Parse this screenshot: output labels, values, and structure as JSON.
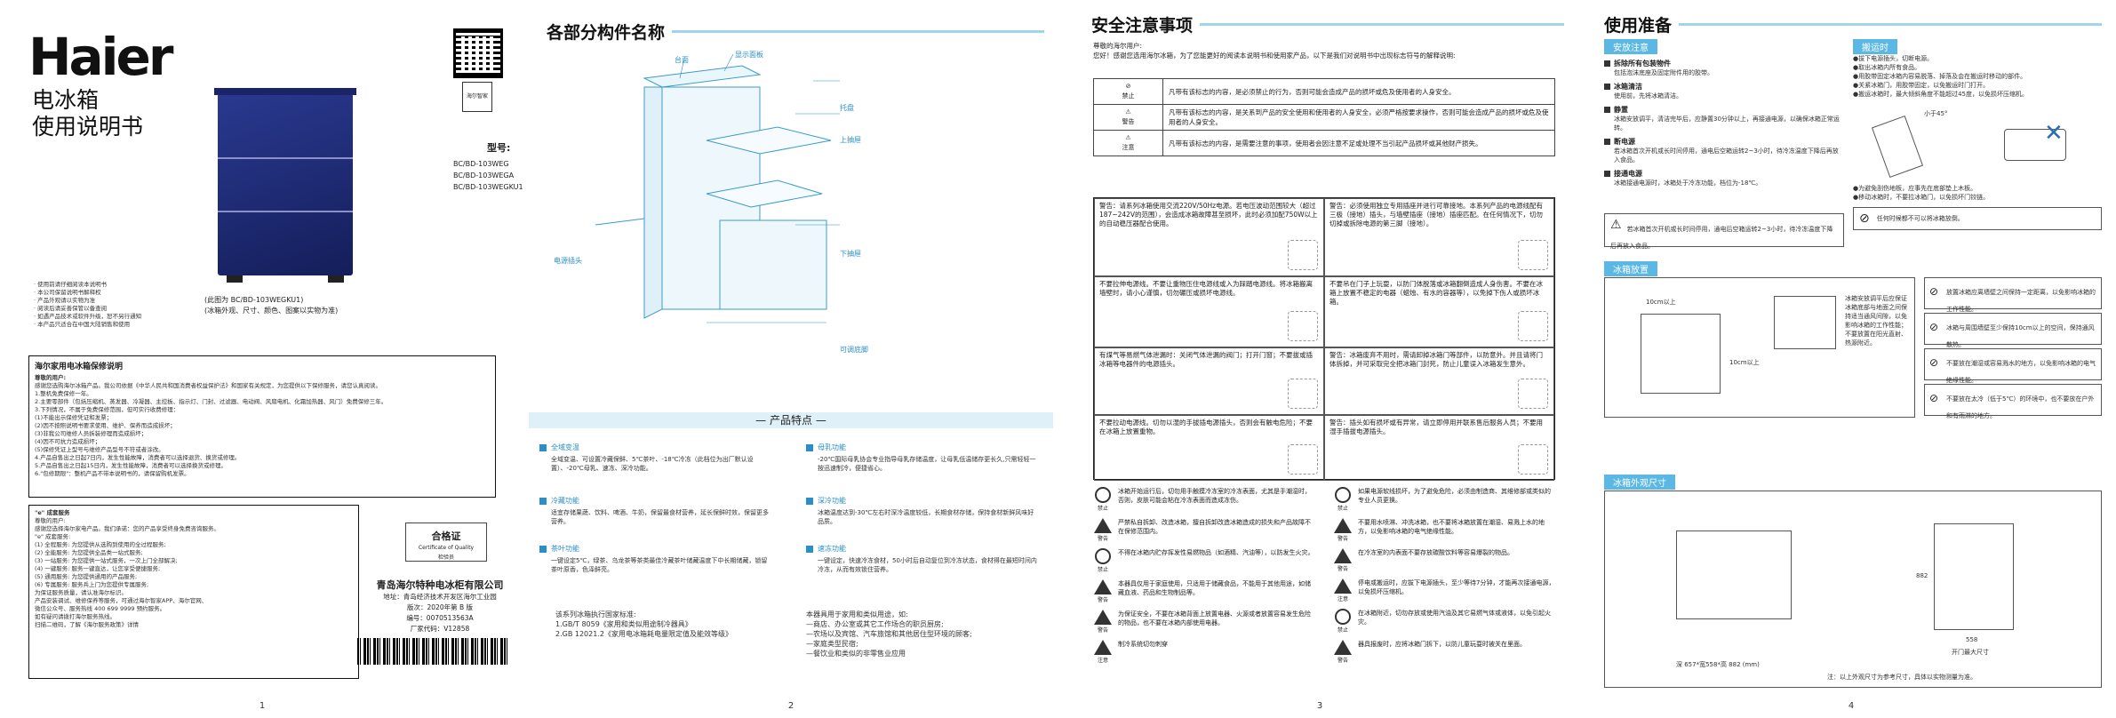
{
  "page1": {
    "brand": "Haier",
    "title_line1": "电冰箱",
    "title_line2": "使用说明书",
    "qr_badge": "海尔智家",
    "model_label": "型号:",
    "models": [
      "BC/BD-103WEG",
      "BC/BD-103WEGA",
      "BC/BD-103WEGKU1"
    ],
    "bullets": [
      "· 使用前请仔细阅读本说明书",
      "· 本公司保留说明书解释权",
      "· 产品外观请以实物为准",
      "· 阅读后请妥善保管以备查阅",
      "· 如遇产品技术或软件升级，恕不另行通知",
      "· 本产品只适合在中国大陆销售和使用"
    ],
    "caption_line1": "(此图为 BC/BD-103WEGKU1)",
    "caption_line2": "(冰箱外观、尺寸、颜色、图案以实物为准)",
    "warranty_title": "海尔家用电冰箱保修说明",
    "warranty_sub": "尊敬的用户:",
    "warranty_lines": [
      "感谢您选购海尔冰箱产品。我公司依据《中华人民共和国消费者权益保护法》和国家有关规定，为您提供以下保修服务，请您认真阅读。",
      "1.整机免费保修一年。",
      "2.主要零部件（包括压缩机、蒸发器、冷凝器、主控板、指示灯、门封、过滤器、电动阀、风扇电机、化霜加热器、风门）免费保修三年。",
      "3.下列情况，不属于免费保修范围，但可实行收费修理：",
      "(1)不能出示保修凭证和发票；",
      "(2)因不按照说明书要求使用、维护、保养而造成损坏；",
      "(3)非我公司维修人员拆装修理而造成损坏；",
      "(4)因不可抗力造成损坏；",
      "(5)保修凭证上型号与维修产品型号不符或者涂改。",
      "4.产品自售出之日起7日内，发生性能故障，消费者可以选择退货、换货或修理。",
      "5.产品自售出之日起15日内，发生性能故障，消费者可以选择换货或修理。",
      "6.\"包修期限\"：整机产品不带本说明书的，请保留购机发票。"
    ],
    "service_title": "\"e\" 成套服务",
    "service_lines": [
      "尊敬的用户:",
      "感谢您选择海尔家电产品。我们承诺：您的产品享受终身免费咨询服务。",
      "\"e\" 成套服务:",
      "(1) 全程服务: 为您提供从选购到使用的全过程服务;",
      "(2) 全能服务: 为您提供全品类一站式服务;",
      "(3) 一站服务: 为您提供一站式服务，一次上门全部解决;",
      "(4) 一键服务: 服务一键直达，让您享受便捷服务;",
      "(5) 通用服务: 为您提供通用的产品服务;",
      "(6) 专属服务: 服务兵上门为您提供专属服务;",
      "为保证服务质量，请认准海尔标识。",
      "产品安装调试、维修保养等服务，可通过海尔智家APP、海尔官网、",
      "微信公众号、服务热线 400 699 9999 预约服务。",
      "如有疑问请拨打海尔服务热线。",
      "扫描二维码，了解《海尔服务政策》详情"
    ],
    "cert_title": "合格证",
    "cert_sub": "Certificate of Quality",
    "cert_inspector": "检验员",
    "company_name": "青岛海尔特种电冰柜有限公司",
    "address": "地址：青岛经济技术开发区海尔工业园",
    "version": "版次：2020年第 B 版",
    "doc_no": "编号：0070513563A",
    "code": "厂家代码：V12858",
    "page_no": "1"
  },
  "page2": {
    "section_title": "各部分构件名称",
    "labels": {
      "top_cover": "台面",
      "display": "显示面板",
      "tray": "托盘",
      "upper_drawer": "上抽屉",
      "power_plug": "电源插头",
      "lower_drawer": "下抽屉",
      "adjustable_feet": "可调底脚"
    },
    "features_title": "产品特点",
    "features": [
      {
        "title": "全域变温",
        "desc": "全域变温、可设置冷藏保鲜、5℃茶叶、-18℃冷冻（此档位为出厂默认设置）、-20℃母乳、速冻、深冷功能。"
      },
      {
        "title": "母乳功能",
        "desc": "-20℃国际母乳协会专业指导母乳存储温度，让母乳低温储存更长久,只需轻轻一按迅速制冷，便捷省心。"
      },
      {
        "title": "冷藏功能",
        "desc": "适宜存储果蔬、饮料、啤酒、牛奶，保留最食材营养，延长保鲜时效，保留更多营养。"
      },
      {
        "title": "深冷功能",
        "desc": "冰箱温度达到-30℃左右时深冷温度较低，长期食材存储，保持食材新鲜风味好品质。"
      },
      {
        "title": "茶叶功能",
        "desc": "一键设定5℃，绿茶、乌龙茶等茶类最佳冷藏茶叶储藏温度下中长期储藏，锁留茶叶原香，色泽鲜亮。"
      },
      {
        "title": "速冻功能",
        "desc": "一键设定，快速冷冻食材，50小时后自动复位到冷冻状态，食材得在最短时间内冷冻，从而有效锁住营养。"
      }
    ],
    "standards_title": "该系列冰箱执行国家标准:",
    "standards": [
      "1.GB/T 8059《家用和类似用途制冷器具》",
      "2.GB 12021.2《家用电冰箱耗电量限定值及能效等级》"
    ],
    "scope_title": "本器具用于家用和类似用途，如:",
    "scope": [
      "—商店、办公室或其它工作场合的职员厨房;",
      "—农场以及宾馆、汽车旅馆和其他居住型环境的顾客;",
      "—家庭类型民宿;",
      "—餐饮业和类似的非零售业应用"
    ],
    "page_no": "2"
  },
  "page3": {
    "section_title": "安全注意事项",
    "greeting": "尊敬的海尔用户:",
    "intro": "您好！感谢您选用海尔冰箱，为了您能更好的阅读本说明书和使用家产品，以下是我们对说明书中出现标志符号的解释说明:",
    "signs": [
      {
        "icon": "禁止",
        "text": "凡带有该标志的内容，是必须禁止的行为，否则可能会造成产品的损坏或危及使用者的人身安全。"
      },
      {
        "icon": "警告",
        "text": "凡带有该标志的内容，是关系到产品的安全使用和使用者的人身安全，必须严格按要求操作，否则可能会造成产品的损坏或危及使用者的人身安全。"
      },
      {
        "icon": "注意",
        "text": "凡带有该标志的内容，是需要注意的事项，使用者会因注意不足或处理不当引起产品损坏或其他财产损失。"
      }
    ],
    "grid": [
      "警告：请系列冰箱使用交流220V/50Hz电源。若电压波动范围较大（超过187~242V的范围），会造成冰箱故障甚至损坏，此时必须加配750W以上的自动稳压器配合使用。",
      "警告：必须使用独立专用插座并进行可靠接地。本系列产品的电源线配有三极（接地）插头，与墙壁插座（接地）插座匹配。在任何情况下，切勿切掉或拆除电源的第三脚（接地）。",
      "不要拉伸电源线。不要让重物压住电源线或入为踩踏电源线。将冰箱搬离墙壁时，请小心谨慎，切勿碾压或损坏电源线。",
      "不要吊在门子上玩耍，以防门体脱落或冰箱翻倒造成人身伤害。不要在冰箱上放置不稳定的电器（蜡烛、有水的容器等），以免掉下伤人或损坏冰箱。",
      "有煤气等易燃气体泄漏时：关闭气体泄漏的阀门；打开门窗；不要拔或插冰箱等电器件的电源插头。",
      "警告：冰箱废弃不用时，需请卸掉冰箱门等部件，以防意外。并且请将门体拆掉，并可采取完全把冰箱门封死，防止儿童误入冰箱发生意外。",
      "不要拉动电源线。切勿以湿的手拔插电源插头，否则会有触电危险；不要在冰箱上放置重物。",
      "警告：插头如有损坏或有异常，请立即停用并联系售后服务人员；不要用湿手插拔电源插头。"
    ],
    "warnings_left": [
      {
        "icon": "禁止",
        "text": "冰箱开始运行后，切勿用手触摸冷冻室的冷冻表面，尤其是手潮湿时，否则，皮肤可能会粘在冷冻表面而造成冻伤。"
      },
      {
        "icon": "警告",
        "text": "严禁私自拆卸、改造冰箱，擅自拆卸改造冰箱造成的损失和产品故障不在保修范围内。"
      },
      {
        "icon": "禁止",
        "text": "不得在冰箱内贮存挥发性易燃物品（如酒精、汽油等），以防发生火灾。"
      },
      {
        "icon": "警告",
        "text": "本器具仅用于家庭使用，只适用于储藏食品，不能用于其他用途，如储藏血液、药品和生物制品等。"
      },
      {
        "icon": "警告",
        "text": "为保证安全，不要在冰箱背面上放置电器、火源或者放置容易发生危险的物品，也不要在冰箱内部使用电器。"
      },
      {
        "icon": "注意",
        "text": "制冷系统切勿刺穿"
      }
    ],
    "warnings_right": [
      {
        "icon": "禁止",
        "text": "如果电源软线损坏，为了避免危险，必须由制造商、其维修部或类似的专业人员更换。"
      },
      {
        "icon": "警告",
        "text": "不要用水喷淋、冲洗冰箱，也不要将冰箱放置在潮湿、易溅上水的地方，以免影响冰箱的电气绝缘性能。"
      },
      {
        "icon": "警告",
        "text": "在冷冻室的内表面不要存放碳酸饮料等容易爆裂的物品。"
      },
      {
        "icon": "注意",
        "text": "停电或搬运时，应拔下电源插头，至少等待7分钟，才能再次接通电源，以免损坏压缩机。"
      },
      {
        "icon": "禁止",
        "text": "在冰箱附近，切勿存放或使用汽油及其它易燃气体或液体，以免引起火灾。"
      },
      {
        "icon": "警告",
        "text": "器具报废时，应将冰箱门拆下，以防儿童玩耍时被关在里面。"
      }
    ],
    "page_no": "3"
  },
  "page4": {
    "section_title": "使用准备",
    "tab_install": "安放注意",
    "install_items": [
      {
        "title": "拆除所有包装物件",
        "text": "包括泡沫底座及固定附件用的胶带。"
      },
      {
        "title": "冰箱清洁",
        "text": "使用前，先将冰箱清洁。"
      },
      {
        "title": "静置",
        "text": "冰箱安放调平，清洁完毕后，应静置30分钟以上，再接通电源，以确保冰箱正常运转。"
      },
      {
        "title": "断电源",
        "text": "若冰箱首次开机或长时间停用，通电后空箱运转2~3小时，待冷冻温度下降后再放入食品。"
      },
      {
        "title": "接通电源",
        "text": "冰箱接通电源时，冰箱处于冷冻功能，档位为-18℃。"
      }
    ],
    "tab_move": "搬运时",
    "move_lines": [
      "●拔下电源插头，切断电源。",
      "●取出冰箱内所有食品。",
      "●用胶带固定冰箱内容易脱落、掉落及会在搬运时移动的部件。",
      "●关紧冰箱门，用胶带固定，以免搬运时门打开。",
      "●搬运冰箱时，最大倾斜角度不能超过45度，以免损坏压缩机。"
    ],
    "tilt_label": "小于45°",
    "move_extra": [
      "●为避免刮伤地板，应事先在底部垫上木板。",
      "●移动冰箱时，不要拉冰箱门，以免损坏门铰链。"
    ],
    "move_warning": "任何时候都不可以将冰箱放倒。",
    "tab_place": "冰箱放置",
    "place_top": "10cm以上",
    "place_side": "10cm以上",
    "place_note": "冰箱安放调平后应保证冰箱底部与地面之间保持适当通风间隙，以免影响冰箱的工作性能；不要放置在阳光直射、热源附近。",
    "place_notes": [
      "放置冰箱应离墙壁之间保持一定距离，以免影响冰箱的工作性能。",
      "冰箱与周围墙壁至少保持10cm以上的空间，保持通风散热。",
      "不要放在潮湿或容易溅水的地方，以免影响冰箱的电气绝缘性能。",
      "不要放在太冷（低于5℃）的环境中，也不要放在户外和有雨淋的地方。"
    ],
    "tab_dims": "冰箱外观尺寸",
    "dims_caption_left": "深 657*宽558*高 882 (mm)",
    "dims_caption_right": "开门最大尺寸",
    "dim_height": "882",
    "dim_width": "558",
    "dims_note": "注：以上外观尺寸为参考尺寸，具体以实物测量为准。",
    "page_no": "4"
  }
}
